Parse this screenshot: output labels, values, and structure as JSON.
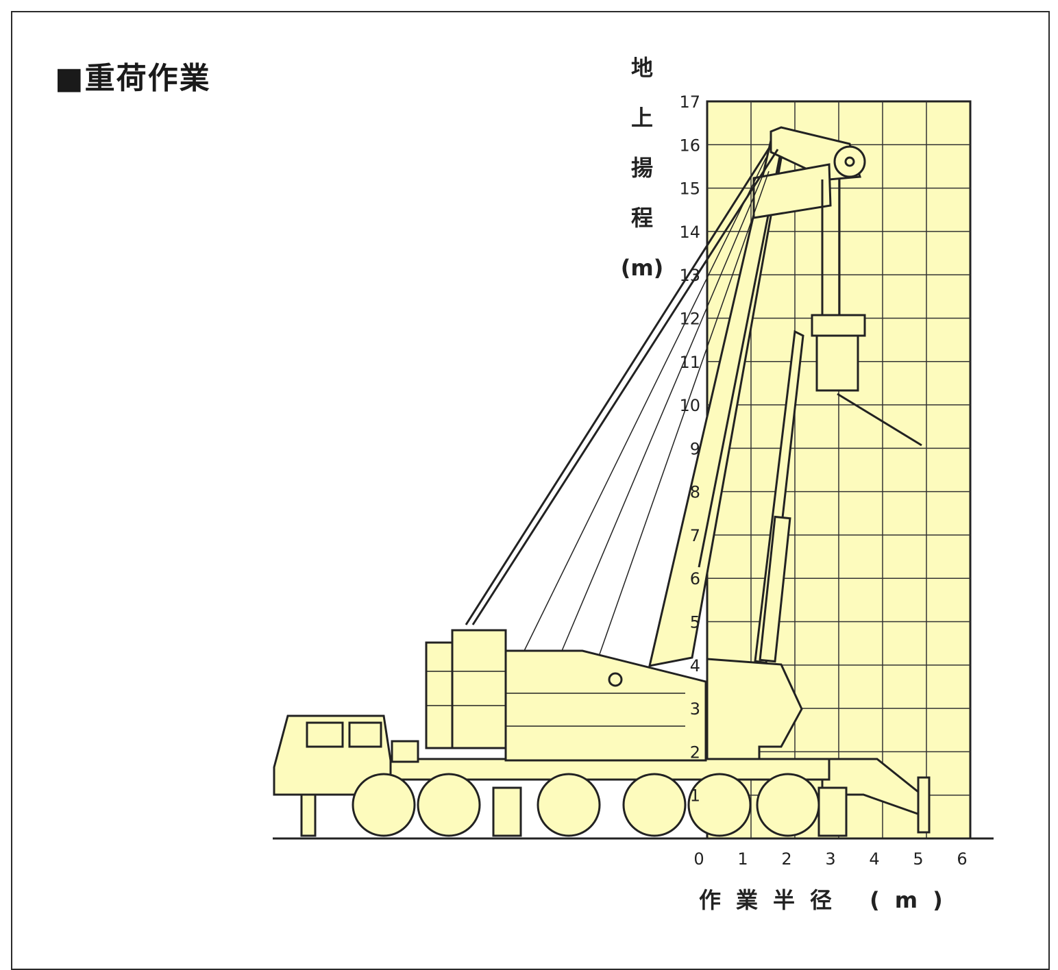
{
  "title": "■重荷作業",
  "y_axis": {
    "label_chars": [
      "地",
      "上",
      "揚",
      "程",
      "(m)"
    ],
    "ticks": [
      "1",
      "2",
      "3",
      "4",
      "5",
      "6",
      "7",
      "8",
      "9",
      "10",
      "11",
      "12",
      "13",
      "14",
      "15",
      "16",
      "17"
    ]
  },
  "x_axis": {
    "label": "作業半径 (m)",
    "ticks": [
      "0",
      "1",
      "2",
      "3",
      "4",
      "5",
      "6"
    ]
  },
  "colors": {
    "grid_fill": "#fdfbbd",
    "ink": "#222222"
  }
}
